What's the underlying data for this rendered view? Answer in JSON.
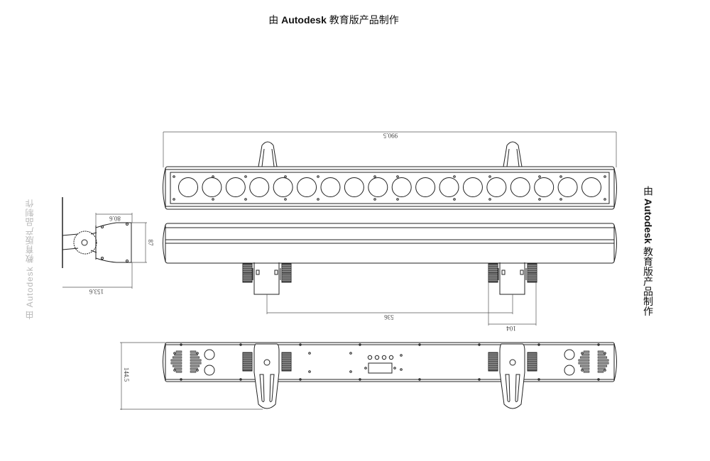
{
  "watermark": {
    "prefix": "由 ",
    "brand": "Autodesk",
    "suffix": " 教育版产品制作"
  },
  "watermark_full": "由 Autodesk 教育版产品制作",
  "dimensions": {
    "overall_length": "990.5",
    "side_depth_top": "80.6",
    "side_height": "87",
    "side_total_depth": "153.6",
    "bracket_spacing": "536",
    "bracket_width": "104",
    "bottom_height": "144.5"
  },
  "led_count": 18,
  "colors": {
    "line": "#222222",
    "gear": "#555555",
    "dim_line": "#555555"
  }
}
